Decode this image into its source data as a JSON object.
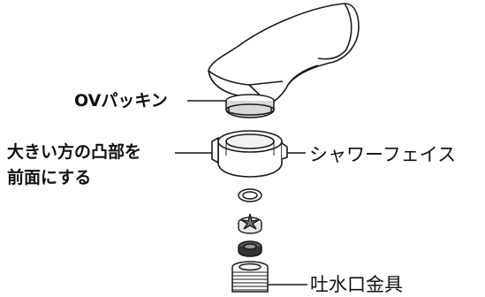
{
  "labels": {
    "ov_packing": "OVパッキン",
    "front_instruction_line1": "大きい方の凸部を",
    "front_instruction_line2": "前面にする",
    "shower_face": "シャワーフェイス",
    "spout_fitting": "吐水口金具"
  },
  "colors": {
    "line": "#1a1a1a",
    "fill": "#ffffff",
    "shade": "#d9d9d9",
    "dark": "#333333"
  }
}
